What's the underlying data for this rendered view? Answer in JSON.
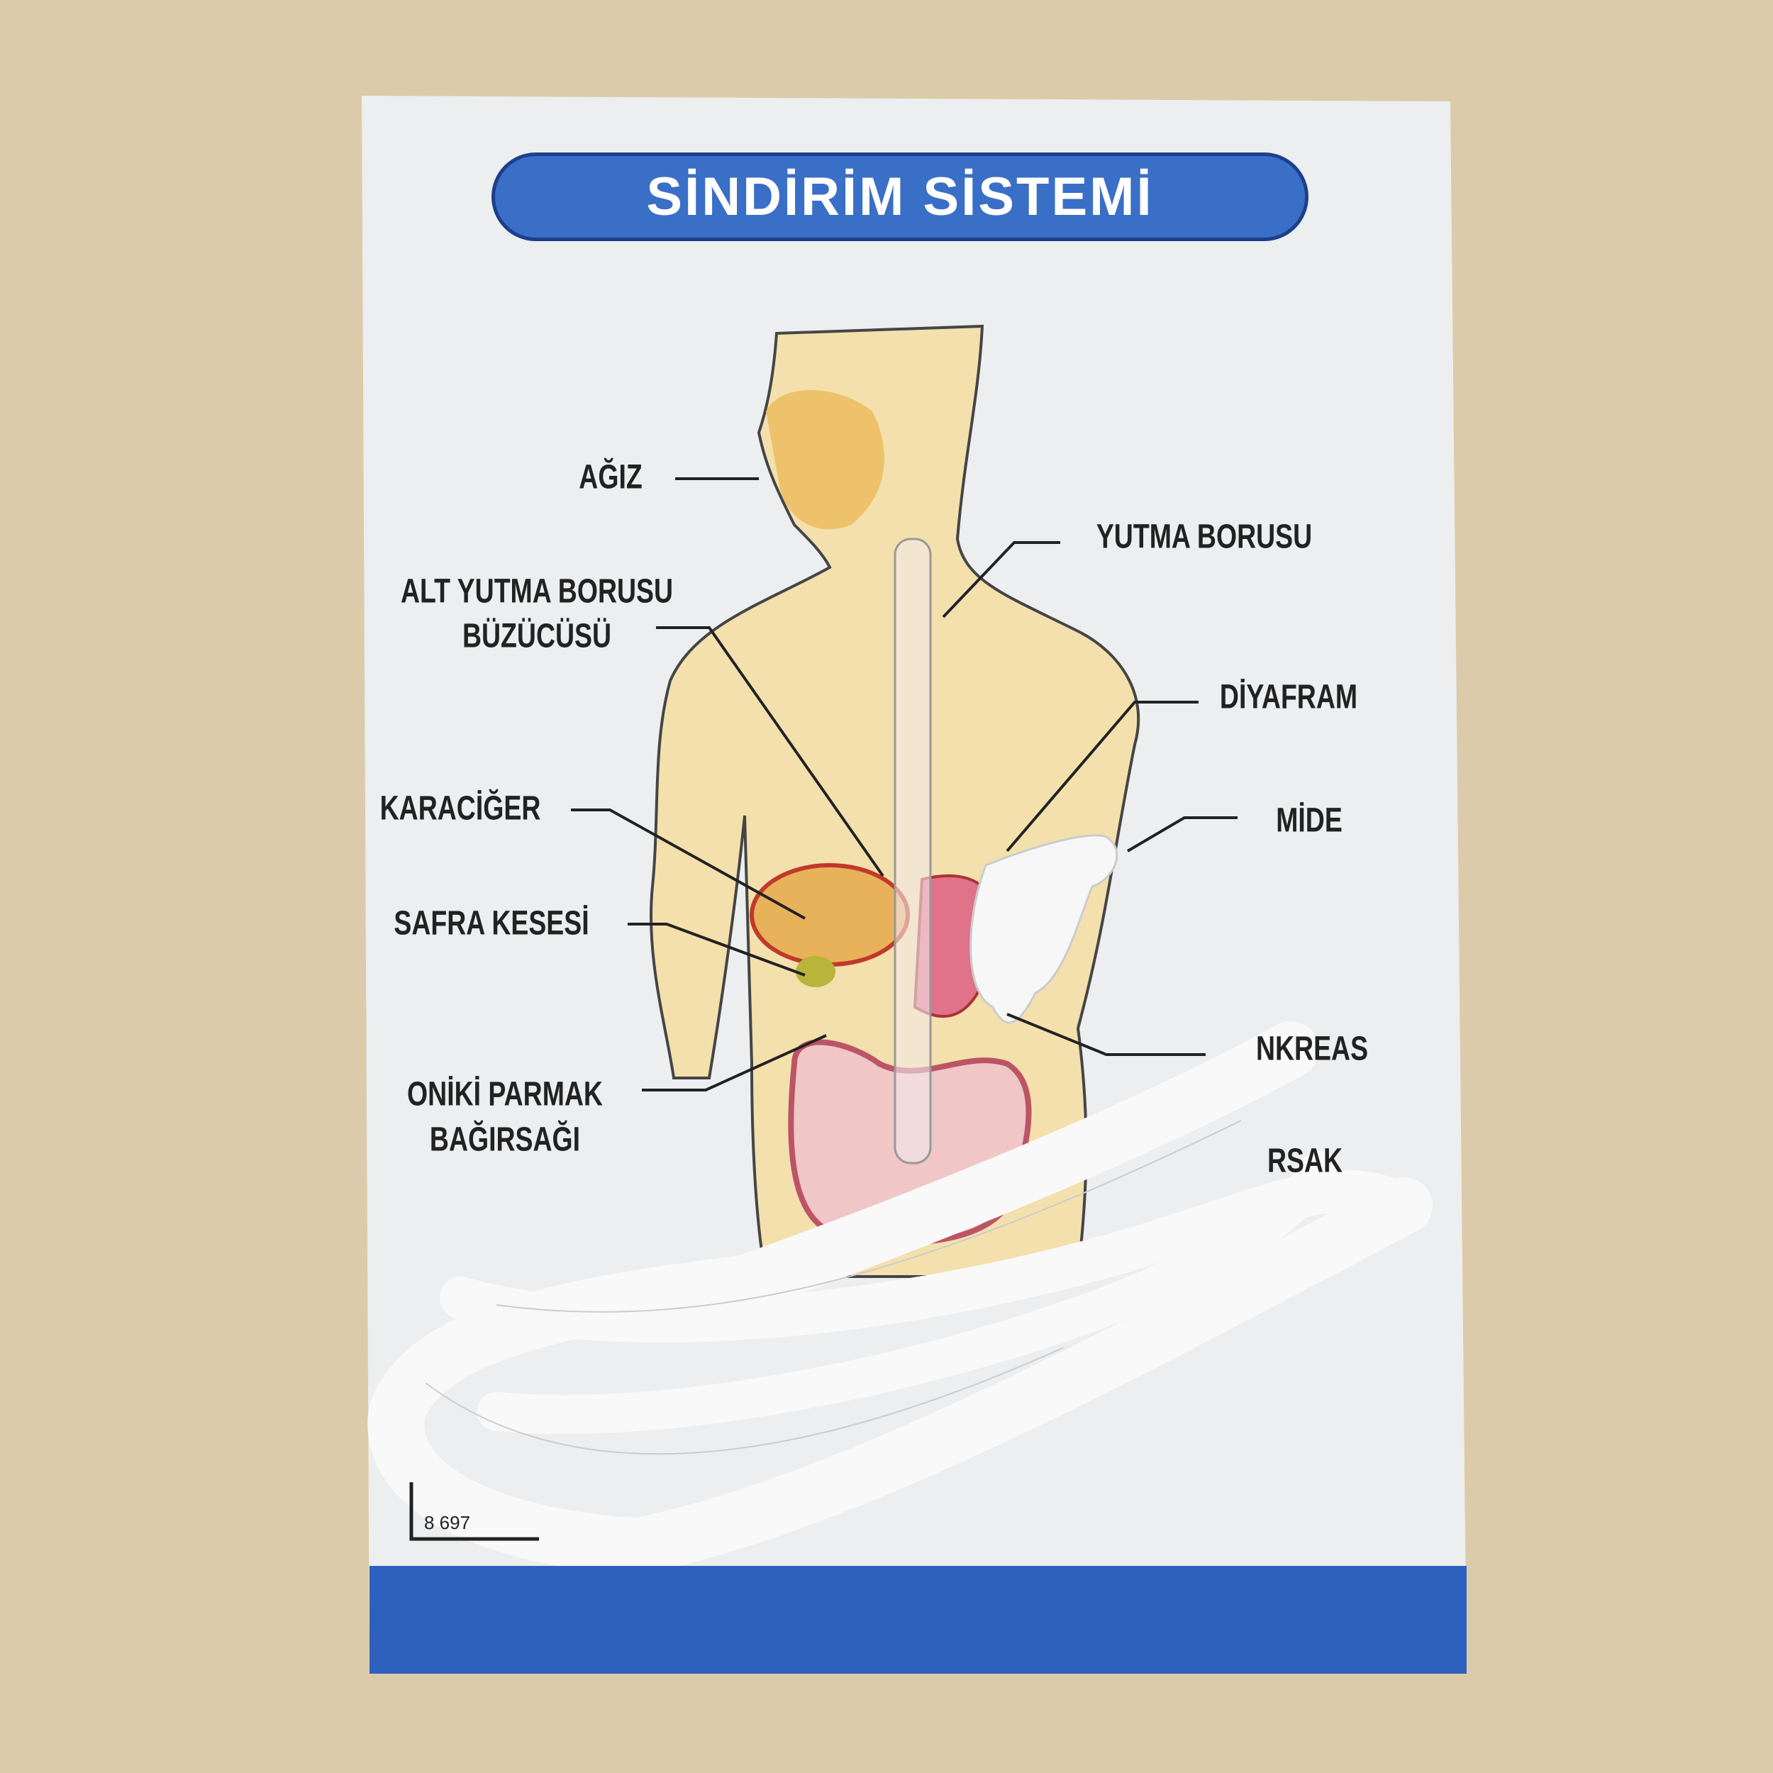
{
  "title": "SİNDİRİM SİSTEMİ",
  "labels": {
    "mouth": "AĞIZ",
    "esophagus": "YUTMA BORUSU",
    "lower_sphincter_1": "ALT YUTMA BORUSU",
    "lower_sphincter_2": "BÜZÜCÜSÜ",
    "diaphragm": "DİYAFRAM",
    "liver": "KARACİĞER",
    "stomach": "MİDE",
    "gallbladder": "SAFRA KESESİ",
    "pancreas": "NKREAS",
    "duodenum_1": "ONİKİ PARMAK",
    "duodenum_2": "BAĞIRSAĞI",
    "intestine": "RSAK"
  },
  "barcode_text": "8 697",
  "colors": {
    "background": "#dccbaa",
    "title_fill": "#3a6fc7",
    "bottom_bar": "#2e61bd"
  }
}
